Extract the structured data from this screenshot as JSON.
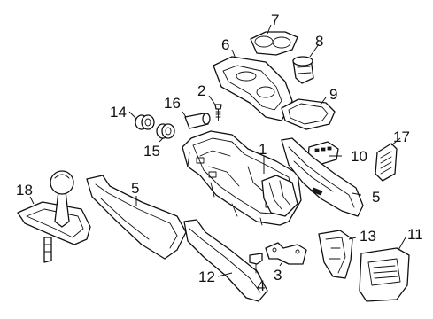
{
  "diagram": {
    "callouts": [
      {
        "id": "c1",
        "label": "1"
      },
      {
        "id": "c2",
        "label": "2"
      },
      {
        "id": "c3",
        "label": "3"
      },
      {
        "id": "c4",
        "label": "4"
      },
      {
        "id": "c5a",
        "label": "5"
      },
      {
        "id": "c5b",
        "label": "5"
      },
      {
        "id": "c6",
        "label": "6"
      },
      {
        "id": "c7",
        "label": "7"
      },
      {
        "id": "c8",
        "label": "8"
      },
      {
        "id": "c9",
        "label": "9"
      },
      {
        "id": "c10",
        "label": "10"
      },
      {
        "id": "c11",
        "label": "11"
      },
      {
        "id": "c12",
        "label": "12"
      },
      {
        "id": "c13",
        "label": "13"
      },
      {
        "id": "c14",
        "label": "14"
      },
      {
        "id": "c15",
        "label": "15"
      },
      {
        "id": "c16",
        "label": "16"
      },
      {
        "id": "c17",
        "label": "17"
      },
      {
        "id": "c18",
        "label": "18"
      }
    ]
  }
}
